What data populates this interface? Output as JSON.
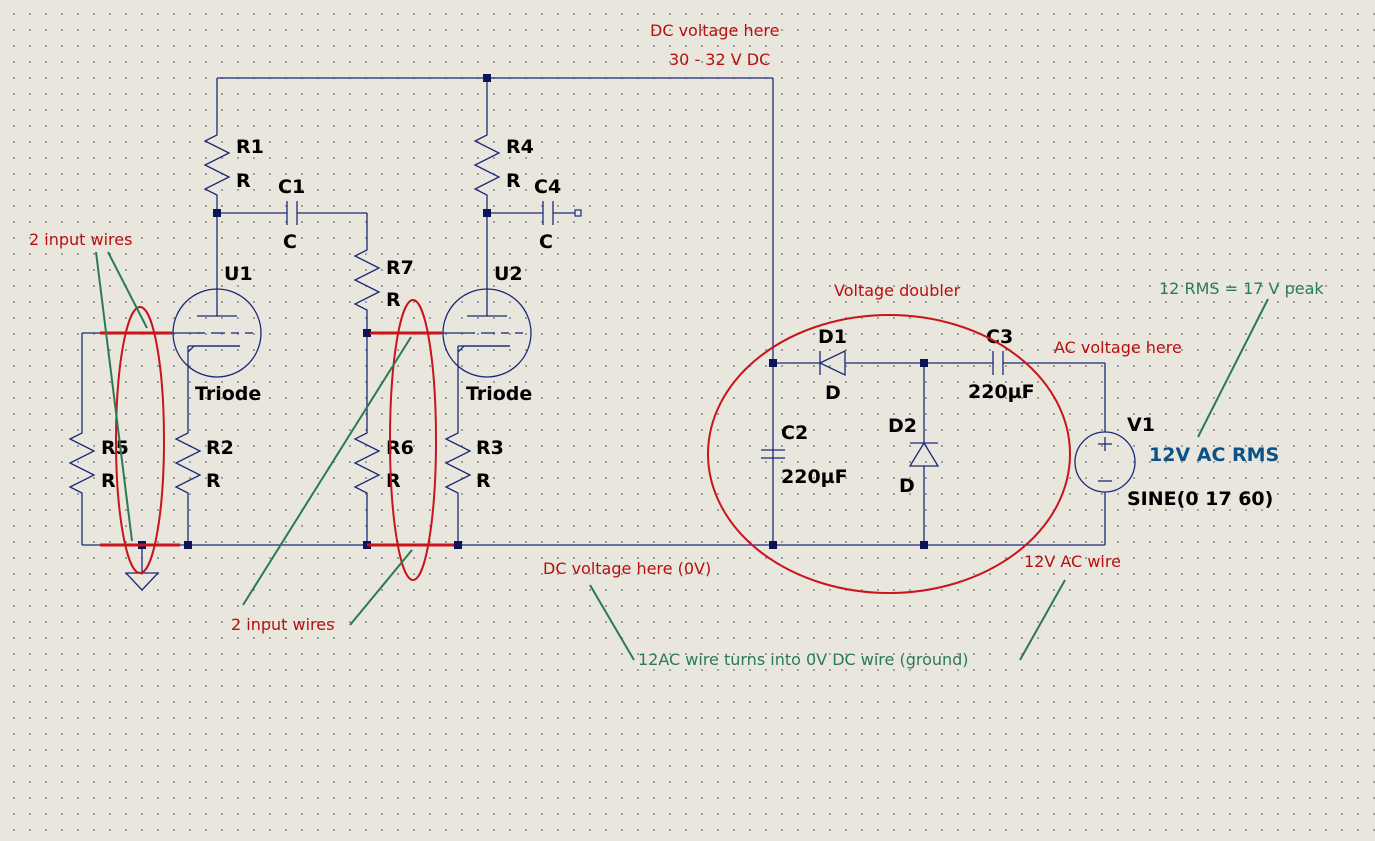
{
  "components": {
    "r1": {
      "name": "R1",
      "value": "R"
    },
    "r2": {
      "name": "R2",
      "value": "R"
    },
    "r3": {
      "name": "R3",
      "value": "R"
    },
    "r4": {
      "name": "R4",
      "value": "R"
    },
    "r5": {
      "name": "R5",
      "value": "R"
    },
    "r6": {
      "name": "R6",
      "value": "R"
    },
    "r7": {
      "name": "R7",
      "value": "R"
    },
    "c1": {
      "name": "C1",
      "value": "C"
    },
    "c2": {
      "name": "C2",
      "value": "220µF"
    },
    "c3": {
      "name": "C3",
      "value": "220µF"
    },
    "c4": {
      "name": "C4",
      "value": "C"
    },
    "d1": {
      "name": "D1",
      "value": "D"
    },
    "d2": {
      "name": "D2",
      "value": "D"
    },
    "u1": {
      "name": "U1",
      "value": "Triode"
    },
    "u2": {
      "name": "U2",
      "value": "Triode"
    },
    "v1": {
      "name": "V1",
      "value": "SINE(0 17 60)",
      "note": "12V AC RMS"
    }
  },
  "annotations": {
    "dc_voltage_top": "DC voltage here",
    "dc_voltage_top_value": "30 - 32 V DC",
    "input_wires_left": "2 input wires",
    "input_wires_bottom": "2 input wires",
    "voltage_doubler": "Voltage doubler",
    "ac_voltage_here": "AC voltage here",
    "rms_peak": "12 RMS = 17 V peak",
    "dc_voltage_bottom": "DC voltage here (0V)",
    "ac_wire": "12V AC wire",
    "ground_note": "12AC wire turns into 0V DC wire (ground)"
  },
  "colors": {
    "wire": "#1c2a78",
    "annotation_red": "#b80f0f",
    "annotation_green": "#2a7a55",
    "annotation_blue": "#0c5286",
    "background": "#e8e6dd"
  }
}
